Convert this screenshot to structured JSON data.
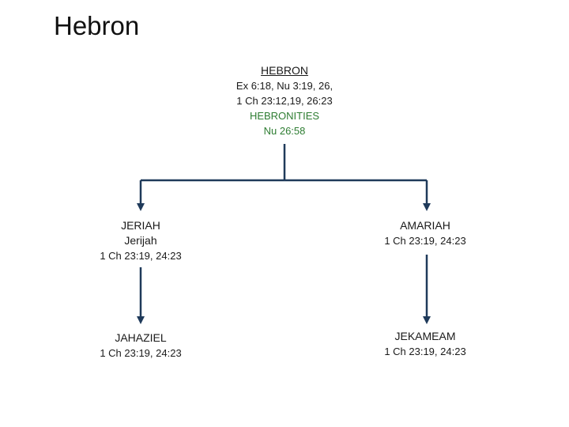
{
  "title": "Hebron",
  "root": {
    "name": "HEBRON",
    "refs_line1": "Ex 6:18, Nu 3:19, 26,",
    "refs_line2": "1 Ch 23:12,19, 26:23",
    "clan": "HEBRONITIES",
    "clan_ref": "Nu 26:58"
  },
  "jeriah": {
    "name": "JERIAH",
    "alt": "Jerijah",
    "refs": "1 Ch 23:19, 24:23"
  },
  "amariah": {
    "name": "AMARIAH",
    "refs": "1 Ch 23:19, 24:23"
  },
  "jahaziel": {
    "name": "JAHAZIEL",
    "refs": "1 Ch 23:19, 24:23"
  },
  "jekameam": {
    "name": "JEKAMEAM",
    "refs": "1 Ch 23:19, 24:23"
  },
  "colors": {
    "line": "#1f3a5a",
    "clan": "#2e7d32"
  }
}
